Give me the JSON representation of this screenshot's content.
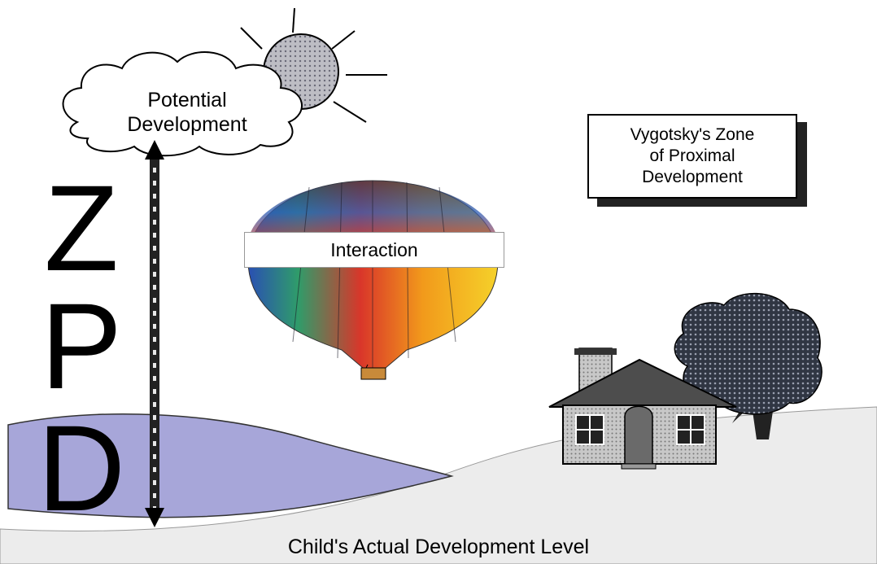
{
  "cloud_label": "Potential\nDevelopment",
  "title_box": "Vygotsky's Zone\nof Proximal\nDevelopment",
  "zpd_letters": [
    "Z",
    "P",
    "D"
  ],
  "balloon_label": "Interaction",
  "bottom_label": "Child's Actual Development Level",
  "colors": {
    "hill_left": "#a7a6d9",
    "ground_right": "#eeeeee",
    "sun": "#b9b9c0",
    "tree": "#3a3f4e",
    "house_wall": "#b8b8b8",
    "roof": "#555555"
  }
}
